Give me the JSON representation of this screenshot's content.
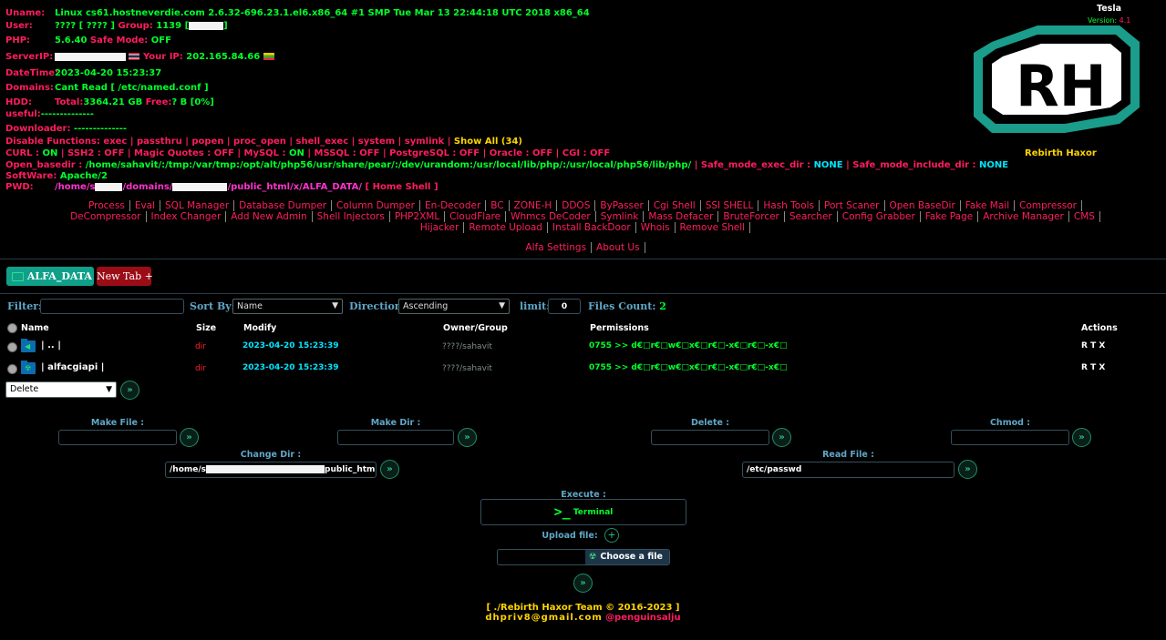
{
  "info": {
    "uname_label": "Uname:",
    "uname_value": "Linux cs61.hostneverdie.com 2.6.32-696.23.1.el6.x86_64 #1 SMP Tue Mar 13 22:44:18 UTC 2018 x86_64",
    "user_label": "User:",
    "user_value": "???? [ ???? ]",
    "group_label": "Group:",
    "group_value": "1139 [",
    "group_end": "]",
    "php_label": "PHP:",
    "php_value": "5.6.40",
    "safe_mode_label": "Safe Mode:",
    "safe_mode_value": "OFF",
    "serverip_label": "ServerIP:",
    "yourip_label": "Your IP:",
    "yourip_value": "202.165.84.66",
    "datetime_label": "DateTime:",
    "datetime_value": "2023-04-20 15:23:37",
    "domains_label": "Domains:",
    "domains_value": "Cant Read [ /etc/named.conf ]",
    "hdd_label": "HDD:",
    "hdd_total_label": "Total:",
    "hdd_total_value": "3364.21 GB",
    "hdd_free_label": "Free:",
    "hdd_free_value": "? B [0%]",
    "useful_label": "useful:",
    "useful_value": "--------------",
    "downloader_label": "Downloader:",
    "downloader_value": "--------------",
    "disable_label": "Disable Functions:",
    "disable_value": "exec | passthru | popen | proc_open | shell_exec | system | symlink |",
    "show_all": "Show All (34)",
    "curl_label": "CURL :",
    "curl_value": "ON",
    "ssh2_label": "| SSH2 :",
    "ssh2_value": "OFF",
    "magic_label": "| Magic Quotes :",
    "magic_value": "OFF",
    "mysql_label": "| MySQL :",
    "mysql_value": "ON",
    "mssql_label": "| MSSQL :",
    "mssql_value": "OFF",
    "pgsql_label": "| PostgreSQL :",
    "pgsql_value": "OFF",
    "oracle_label": "| Oracle :",
    "oracle_value": "OFF",
    "cgi_label": "| CGI :",
    "cgi_value": "OFF",
    "openbasedir_label": "Open_basedir :",
    "openbasedir_value": "/home/sahavit/:/tmp:/var/tmp:/opt/alt/php56/usr/share/pear/:/dev/urandom:/usr/local/lib/php/:/usr/local/php56/lib/php/",
    "safe_exec_label": "| Safe_mode_exec_dir :",
    "safe_exec_value": "NONE",
    "safe_include_label": "| Safe_mode_include_dir :",
    "safe_include_value": "NONE",
    "software_label": "SoftWare:",
    "software_value": "Apache/2",
    "pwd_label": "PWD:",
    "pwd_part1": "/home/s",
    "pwd_part2": "/domains/",
    "pwd_part3": "/public_html/x/ALFA_DATA/",
    "home_shell": "[ Home Shell ]"
  },
  "brand": {
    "title": "Tesla",
    "version_label": "Version:",
    "version_value": "4.1",
    "logo_letters": "RH",
    "name": "Rebirth Haxor",
    "logo_color": "#1a9d8a"
  },
  "menu_rows": [
    [
      "Process",
      "Eval",
      "SQL Manager",
      "Database Dumper",
      "Column Dumper",
      "En-Decoder",
      "BC",
      "ZONE-H",
      "DDOS",
      "ByPasser",
      "Cgi Shell",
      "SSI SHELL",
      "Hash Tools",
      "Port Scaner",
      "Open BaseDir",
      "Fake Mail",
      "Compressor"
    ],
    [
      "DeCompressor",
      "Index Changer",
      "Add New Admin",
      "Shell Injectors",
      "PHP2XML",
      "CloudFlare",
      "Whmcs DeCoder",
      "Symlink",
      "Mass Defacer",
      "BruteForcer",
      "Searcher",
      "Config Grabber",
      "Fake Page",
      "Archive Manager",
      "CMS"
    ],
    [
      "Hijacker",
      "Remote Upload",
      "Install BackDoor",
      "Whois",
      "Remove Shell"
    ],
    [
      "Alfa Settings",
      "About Us"
    ]
  ],
  "tabs": {
    "current": "ALFA_DATA",
    "new_tab": "New Tab +"
  },
  "filters": {
    "filter_label": "Filter:",
    "filter_value": "",
    "sortby_label": "Sort By:",
    "sortby_value": "Name",
    "direction_label": "Direction:",
    "direction_value": "Ascending",
    "limit_label": "limit:",
    "limit_value": "0",
    "files_count_label": "Files Count:",
    "files_count_value": "2"
  },
  "table": {
    "headers": {
      "name": "Name",
      "size": "Size",
      "modify": "Modify",
      "owner": "Owner/Group",
      "perms": "Permissions",
      "actions": "Actions"
    },
    "rows": [
      {
        "name": "| .. |",
        "size": "dir",
        "modify": "2023-04-20 15:23:39",
        "owner": "????/sahavit",
        "perms": "0755 >> d€□r€□w€□x€□r€□-x€□r€□-x€□",
        "actions": "R T X",
        "icon": "back-arrow-icon"
      },
      {
        "name": "| alfacgiapi |",
        "size": "dir",
        "modify": "2023-04-20 15:23:39",
        "owner": "????/sahavit",
        "perms": "0755 >> d€□r€□w€□x€□r€□-x€□r€□-x€□",
        "actions": "R T X",
        "icon": "hazard-folder-icon"
      }
    ],
    "bulk_action": "Delete"
  },
  "tools": {
    "make_file_label": "Make File :",
    "make_dir_label": "Make Dir :",
    "delete_label": "Delete :",
    "chmod_label": "Chmod :",
    "change_dir_label": "Change Dir :",
    "change_dir_part1": "/home/s",
    "change_dir_part2": "public_htm",
    "read_file_label": "Read File :",
    "read_file_value": "/etc/passwd",
    "execute_label": "Execute :",
    "terminal_label": "Terminal",
    "upload_label": "Upload file:",
    "choose_file": "Choose a file"
  },
  "footer": {
    "team": "[ ./Rebirth Haxor Team © 2016-2023 ]",
    "email": "dhpriv8@gmail.com",
    "handle": "@penguinsalju"
  }
}
